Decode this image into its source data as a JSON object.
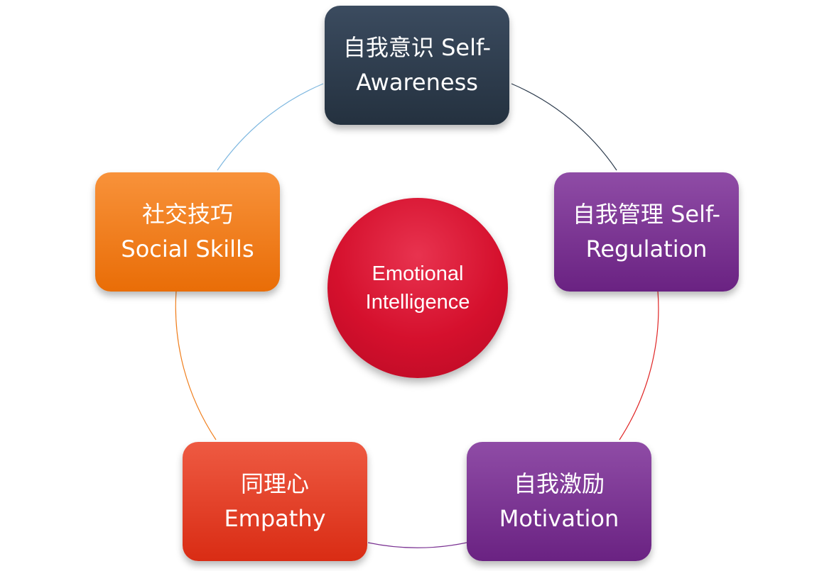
{
  "center": {
    "line1": "Emotional",
    "line2": "Intelligence"
  },
  "nodes": {
    "awareness": {
      "line1": "自我意识 Self-",
      "line2": "Awareness"
    },
    "regulation": {
      "line1": "自我管理 Self-",
      "line2": "Regulation"
    },
    "motivation": {
      "line1": "自我激励",
      "line2": "Motivation"
    },
    "empathy": {
      "line1": "同理心",
      "line2": "Empathy"
    },
    "social": {
      "line1": "社交技巧",
      "line2": "Social Skills"
    }
  },
  "colors": {
    "awareness": "#2f3d4f",
    "regulation": "#7b3393",
    "motivation": "#7b3393",
    "empathy": "#e3402a",
    "social": "#f07f1e",
    "center": "#d5102d"
  }
}
